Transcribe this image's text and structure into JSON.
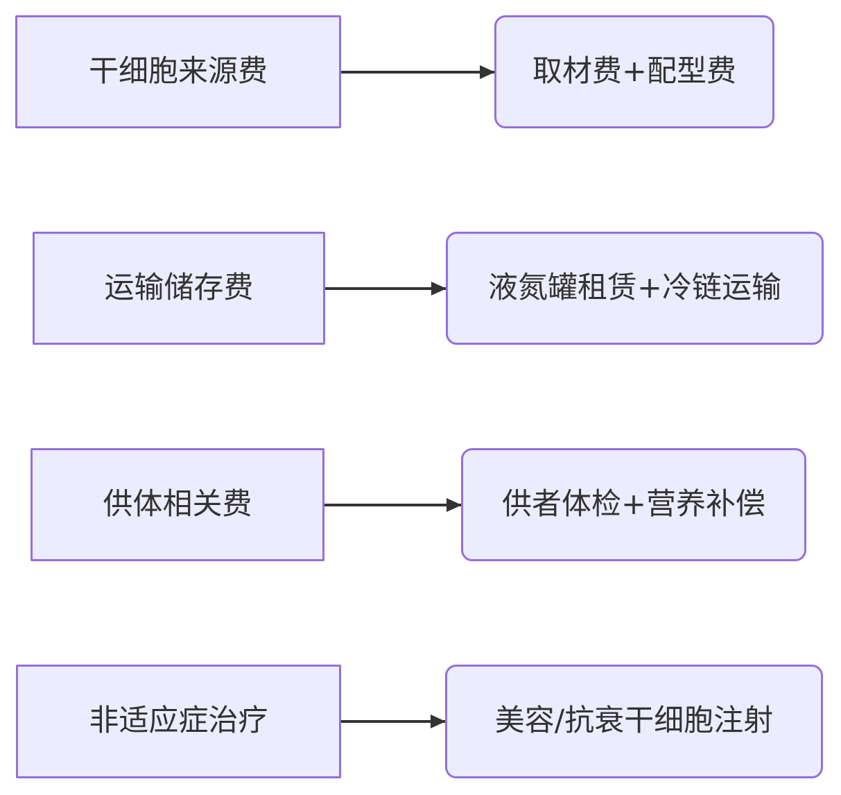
{
  "colors": {
    "node_fill": "#ECECFF",
    "node_border": "#9370DB",
    "arrow": "#333333",
    "text": "#333333",
    "background": "#FFFFFF"
  },
  "flowchart": {
    "rows": [
      {
        "source": "干细胞来源费",
        "target": "取材费+配型费"
      },
      {
        "source": "运输储存费",
        "target": "液氮罐租赁+冷链运输"
      },
      {
        "source": "供体相关费",
        "target": "供者体检+营养补偿"
      },
      {
        "source": "非适应症治疗",
        "target": "美容/抗衰干细胞注射"
      }
    ]
  }
}
